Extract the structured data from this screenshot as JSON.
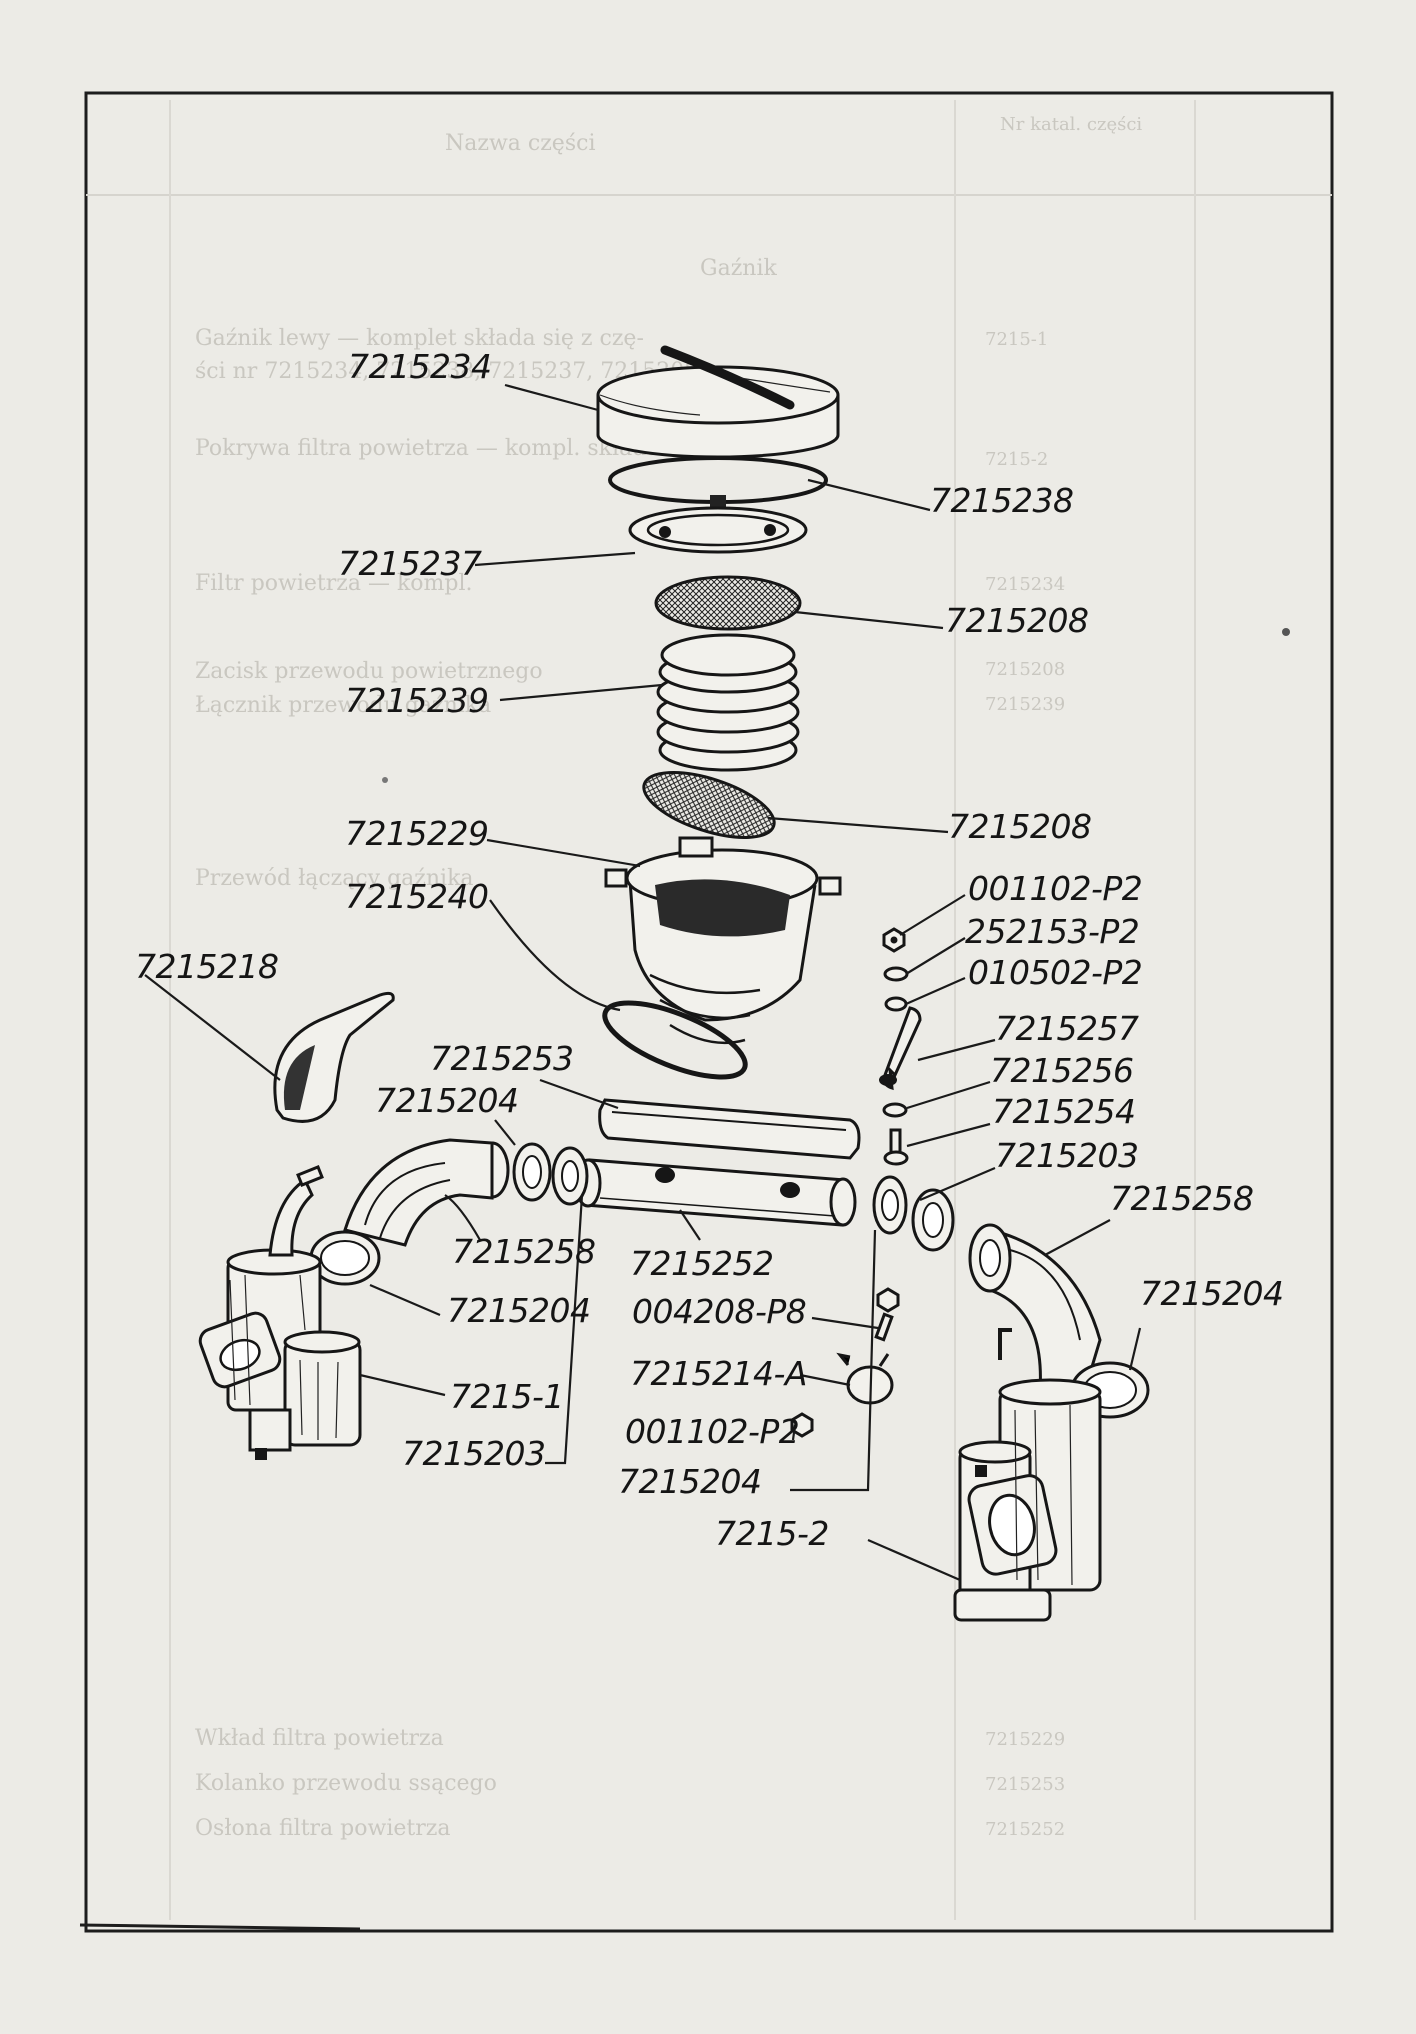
{
  "bleed_through": {
    "header_cols": [
      "Nazwa części",
      "Nr katal. części"
    ],
    "section_title": "Gaźnik",
    "rows": [
      "Gaźnik lewy — komplet składa się z czę-",
      "ści nr 7215234, 7215238, 7215237, 7215208,",
      "Pokrywa filtra powietrza — kompl. składa",
      "Filtr powietrza — kompl.",
      "Zacisk przewodu powietrznego",
      "Łącznik przewodu gaźnika",
      "Przewód łączący gaźnika",
      "Wkład filtra powietrza",
      "Kolanko przewodu ssącego",
      "Osłona filtra powietrza"
    ],
    "numbers": [
      "7215-1",
      "7215-2",
      "7215234",
      "7215208",
      "7215239",
      "7215229",
      "7215253",
      "7215252"
    ]
  },
  "callouts": [
    {
      "id": "7215234",
      "text": "7215234"
    },
    {
      "id": "7215238",
      "text": "7215238"
    },
    {
      "id": "7215237",
      "text": "7215237"
    },
    {
      "id": "7215208a",
      "text": "7215208"
    },
    {
      "id": "7215239",
      "text": "7215239"
    },
    {
      "id": "7215208b",
      "text": "7215208"
    },
    {
      "id": "7215229",
      "text": "7215229"
    },
    {
      "id": "7215240",
      "text": "7215240"
    },
    {
      "id": "001102p2a",
      "text": "001102-P2"
    },
    {
      "id": "252153p2",
      "text": "252153-P2"
    },
    {
      "id": "010502p2",
      "text": "010502-P2"
    },
    {
      "id": "7215218",
      "text": "7215218"
    },
    {
      "id": "7215257",
      "text": "7215257"
    },
    {
      "id": "7215253",
      "text": "7215253"
    },
    {
      "id": "7215256",
      "text": "7215256"
    },
    {
      "id": "7215204a",
      "text": "7215204"
    },
    {
      "id": "7215254",
      "text": "7215254"
    },
    {
      "id": "7215203a",
      "text": "7215203"
    },
    {
      "id": "7215258a",
      "text": "7215258"
    },
    {
      "id": "7215258b",
      "text": "7215258"
    },
    {
      "id": "7215252",
      "text": "7215252"
    },
    {
      "id": "7215204b",
      "text": "7215204"
    },
    {
      "id": "7215204c",
      "text": "7215204"
    },
    {
      "id": "004208p8",
      "text": "004208-P8"
    },
    {
      "id": "7215-1",
      "text": "7215-1"
    },
    {
      "id": "7215214a",
      "text": "7215214-A"
    },
    {
      "id": "001102p2b",
      "text": "001102-P2"
    },
    {
      "id": "7215203b",
      "text": "7215203"
    },
    {
      "id": "7215204d",
      "text": "7215204"
    },
    {
      "id": "7215-2",
      "text": "7215-2"
    }
  ],
  "colors": {
    "paper": "#ecebe6",
    "ink": "#151515",
    "bleed": "#c9c7c0"
  }
}
